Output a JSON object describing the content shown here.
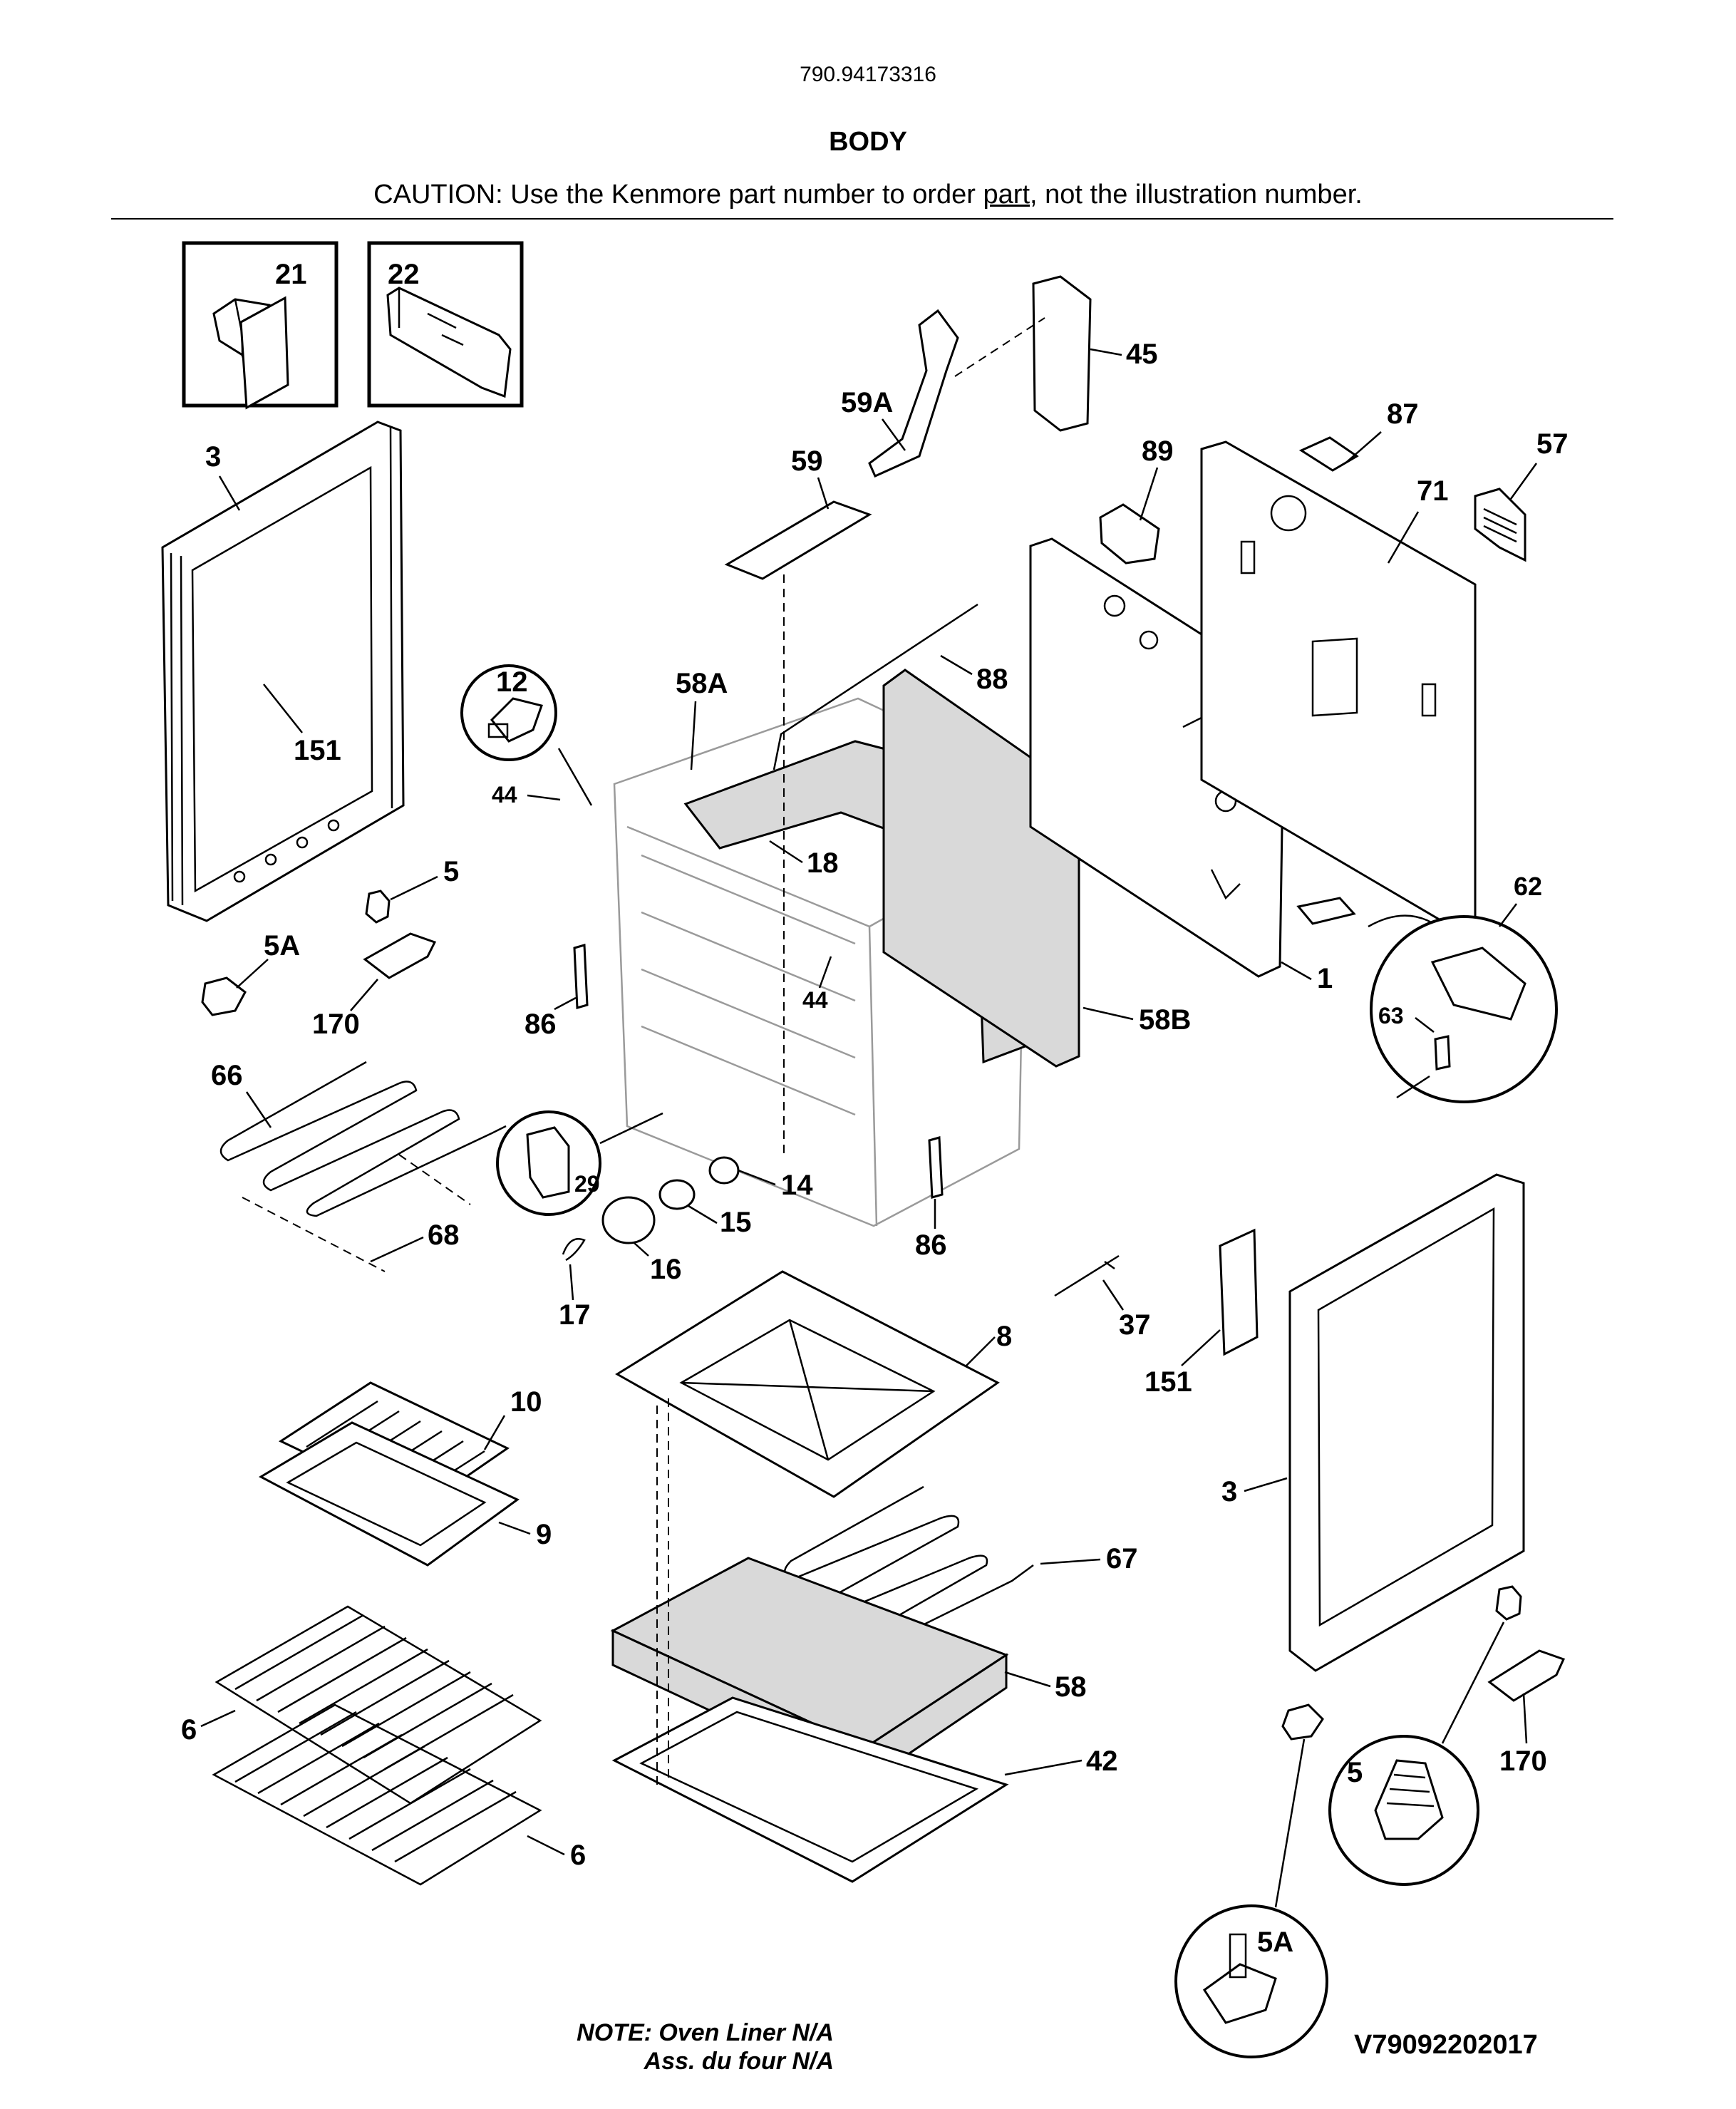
{
  "header": {
    "model_number": "790.94173316",
    "section_title": "BODY",
    "caution_prefix": "CAUTION: Use the Kenmore part number to order ",
    "caution_link": "part",
    "caution_suffix": ", not the illustration number."
  },
  "labels": {
    "p21": "21",
    "p22": "22",
    "p3_left": "3",
    "p151_left": "151",
    "p12": "12",
    "p44_upper": "44",
    "p58A": "58A",
    "p59": "59",
    "p59A": "59A",
    "p45": "45",
    "p89": "89",
    "p87": "87",
    "p57": "57",
    "p71": "71",
    "p88": "88",
    "p18": "18",
    "p5_left": "5",
    "p5A_left": "5A",
    "p170_left": "170",
    "p86_left": "86",
    "p44_lower": "44",
    "p1": "1",
    "p58B": "58B",
    "p62": "62",
    "p63": "63",
    "p66": "66",
    "p68": "68",
    "p29": "29",
    "p14": "14",
    "p15": "15",
    "p16": "16",
    "p17": "17",
    "p86_right": "86",
    "p37": "37",
    "p151_right": "151",
    "p8": "8",
    "p10": "10",
    "p9": "9",
    "p3_right": "3",
    "p67": "67",
    "p58": "58",
    "p6_upper": "6",
    "p42": "42",
    "p6_lower": "6",
    "p5_right": "5",
    "p170_right": "170",
    "p5A_right": "5A"
  },
  "footer": {
    "note_line1": "NOTE: Oven Liner N/A",
    "note_line2": "Ass. du four N/A",
    "diagram_id": "V79092202017"
  }
}
